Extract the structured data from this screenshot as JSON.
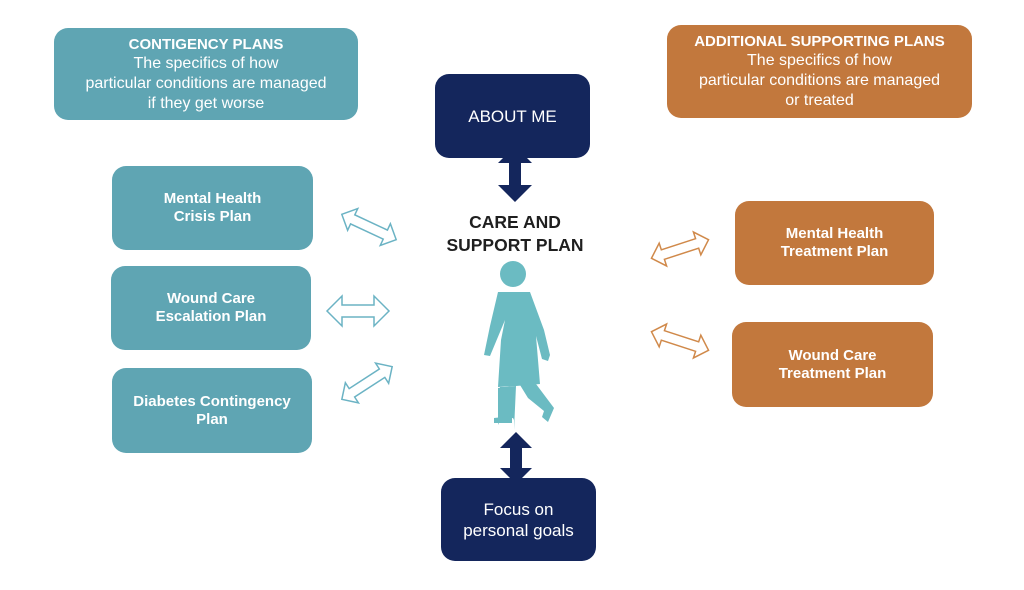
{
  "colors": {
    "contingency": "#5fa5b3",
    "supporting": "#c2783d",
    "core": "#14265c",
    "figure": "#6bbbc2"
  },
  "contingency_header": {
    "title": "CONTIGENCY PLANS",
    "lines": [
      "The specifics of how",
      "particular conditions are managed",
      "if they get worse"
    ]
  },
  "supporting_header": {
    "title": "ADDITIONAL SUPPORTING PLANS",
    "lines": [
      "The specifics of how",
      "particular conditions are managed",
      "or treated"
    ]
  },
  "about_me": {
    "label": "ABOUT ME"
  },
  "center": {
    "title_line1": "CARE AND",
    "title_line2": "SUPPORT PLAN",
    "figure_icon": "person-walking-icon"
  },
  "personal_goals": {
    "line1": "Focus on",
    "line2": "personal goals"
  },
  "contingency_plans": [
    {
      "line1": "Mental Health",
      "line2": "Crisis Plan"
    },
    {
      "line1": "Wound Care",
      "line2": "Escalation Plan"
    },
    {
      "line1": "Diabetes Contingency",
      "line2": "Plan"
    }
  ],
  "supporting_plans": [
    {
      "line1": "Mental Health",
      "line2": "Treatment Plan"
    },
    {
      "line1": "Wound Care",
      "line2": "Treatment Plan"
    }
  ]
}
